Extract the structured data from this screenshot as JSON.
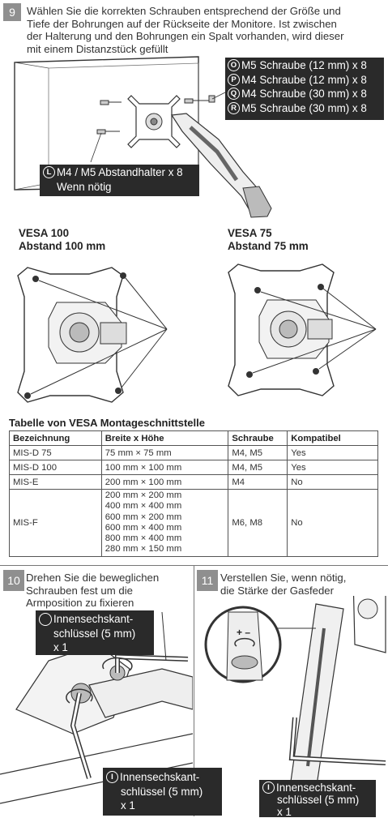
{
  "step9": {
    "number": "9",
    "lines": [
      "Wählen Sie die korrekten Schrauben entsprechend der Größe und",
      "Tiefe der Bohrungen auf der Rückseite der Monitore. Ist zwischen",
      "der Halterung und den Bohrungen ein Spalt vorhanden, wird dieser",
      "mit einem Distanzstück gefüllt"
    ],
    "screws": [
      {
        "letter": "O",
        "text": "M5 Schraube (12 mm) x 8"
      },
      {
        "letter": "P",
        "text": "M4 Schraube (12 mm) x 8"
      },
      {
        "letter": "Q",
        "text": "M4 Schraube (30 mm) x 8"
      },
      {
        "letter": "R",
        "text": "M5 Schraube (30 mm) x 8"
      }
    ],
    "spacer": {
      "letter": "L",
      "line1": "M4 / M5 Abstandhalter x 8",
      "line2": "Wenn nötig"
    }
  },
  "vesa100": {
    "line1": "VESA 100",
    "line2": "Abstand 100 mm"
  },
  "vesa75": {
    "line1": "VESA 75",
    "line2": "Abstand 75 mm"
  },
  "table": {
    "title": "Tabelle von VESA Montageschnittstelle",
    "headers": [
      "Bezeichnung",
      "Breite x Höhe",
      "Schraube",
      "Kompatibel"
    ],
    "rows": [
      {
        "name": "MIS-D 75",
        "size": "75 mm × 75 mm",
        "screw": "M4, M5",
        "compat": "Yes"
      },
      {
        "name": "MIS-D 100",
        "size": "100 mm × 100 mm",
        "screw": "M4, M5",
        "compat": "Yes"
      },
      {
        "name": "MIS-E",
        "size": "200 mm × 100 mm",
        "screw": "M4",
        "compat": "No"
      }
    ],
    "misf": {
      "name": "MIS-F",
      "sizes": [
        "200 mm × 200 mm",
        "400 mm × 400 mm",
        "600 mm × 200 mm",
        "600 mm × 400 mm",
        "800 mm × 400 mm",
        "280 mm × 150 mm"
      ],
      "screw": "M6, M8",
      "compat": "No"
    }
  },
  "step10": {
    "number": "10",
    "lines": [
      "Drehen Sie die beweglichen",
      "Schrauben fest um die",
      "Armposition zu fixieren"
    ],
    "tool_top": {
      "line1": "Innensechskant-",
      "line2": "schlüssel (5 mm)",
      "line3": "x 1"
    },
    "tool_bottom": {
      "letter": "I",
      "line1": "Innensechskant-",
      "line2": "schlüssel (5 mm)",
      "line3": "x 1"
    }
  },
  "step11": {
    "number": "11",
    "lines": [
      "Verstellen Sie, wenn nötig,",
      "die Stärke der Gasfeder"
    ],
    "tool": {
      "letter": "I",
      "line1": "Innensechskant-",
      "line2": "schlüssel (5 mm)",
      "line3": "x 1"
    },
    "plus_minus": "+ –"
  }
}
